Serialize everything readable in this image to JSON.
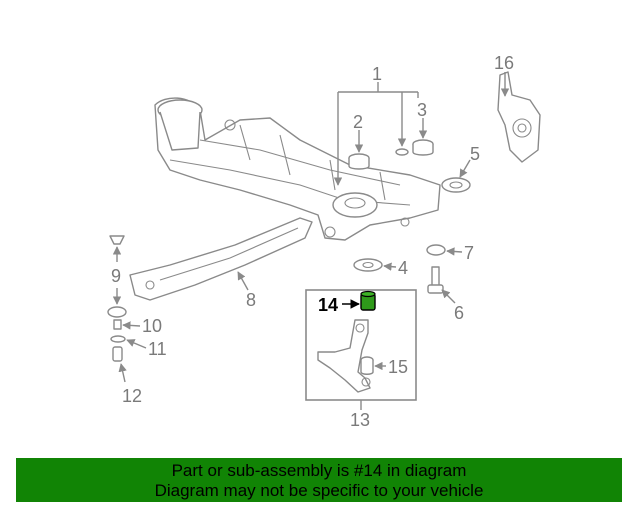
{
  "callouts": {
    "c1": "1",
    "c2": "2",
    "c3": "3",
    "c4": "4",
    "c5": "5",
    "c6": "6",
    "c7": "7",
    "c8": "8",
    "c9": "9",
    "c10": "10",
    "c11": "11",
    "c12": "12",
    "c13": "13",
    "c14": "14",
    "c15": "15",
    "c16": "16"
  },
  "highlight": {
    "part_number": "14",
    "color": "#2e9a1a"
  },
  "banner": {
    "line1": "Part or sub-assembly is #14 in diagram",
    "line2": "Diagram may not be specific to your vehicle",
    "color": "#118405"
  }
}
